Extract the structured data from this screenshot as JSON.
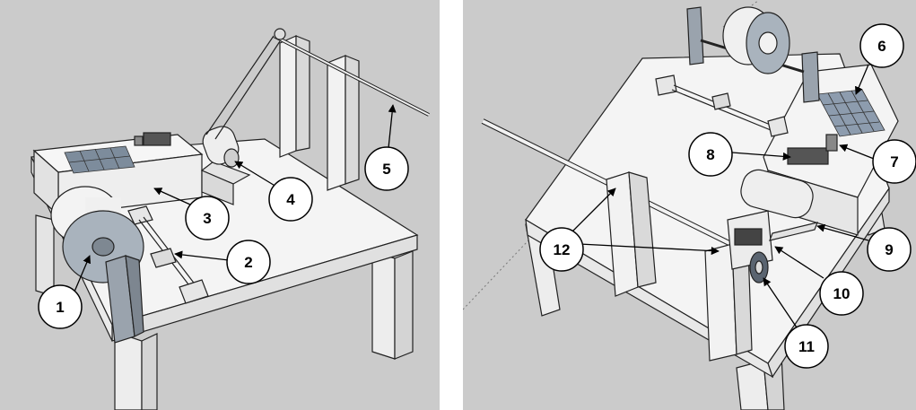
{
  "left_view": {
    "callouts": [
      {
        "label": "1"
      },
      {
        "label": "2"
      },
      {
        "label": "3"
      },
      {
        "label": "4"
      },
      {
        "label": "5"
      }
    ]
  },
  "right_view": {
    "callouts": [
      {
        "label": "6"
      },
      {
        "label": "7"
      },
      {
        "label": "8"
      },
      {
        "label": "9"
      },
      {
        "label": "10"
      },
      {
        "label": "11"
      },
      {
        "label": "12"
      }
    ]
  },
  "colors": {
    "background": "#cbcbcb",
    "tabletop": "#f4f4f4",
    "shade": "#dcdcdc",
    "dark": "#b4b8bd",
    "solar": "#7d8c9c",
    "reel": "#a9b3bd",
    "outline": "#222222"
  }
}
